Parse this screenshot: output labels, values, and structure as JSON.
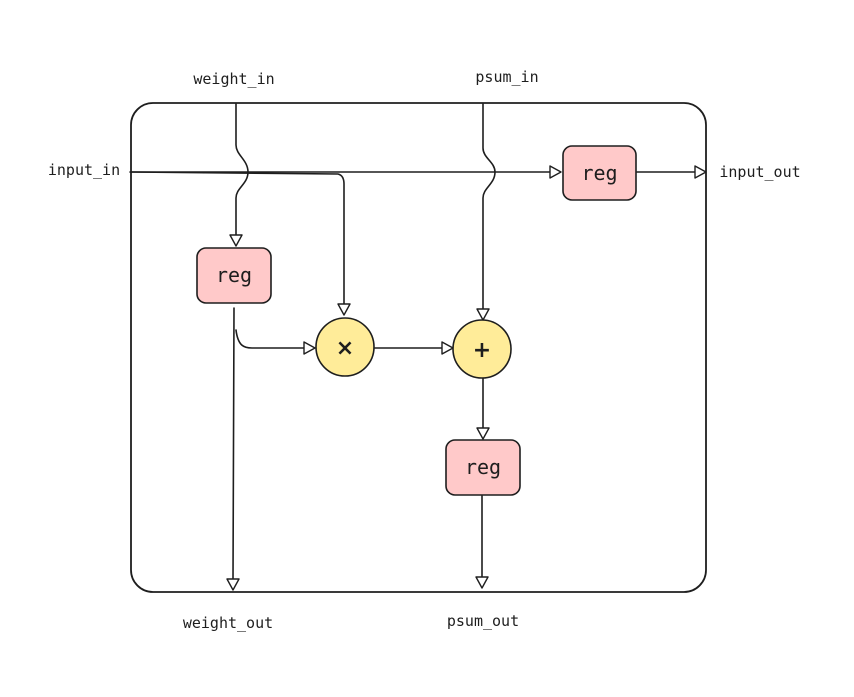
{
  "ports": {
    "weight_in": "weight_in",
    "psum_in": "psum_in",
    "input_in": "input_in",
    "input_out": "input_out",
    "weight_out": "weight_out",
    "psum_out": "psum_out"
  },
  "blocks": {
    "reg_input": "reg",
    "reg_weight": "reg",
    "reg_psum": "reg",
    "multiplier": "×",
    "adder": "+"
  },
  "colors": {
    "reg_fill": "#ffc9c9",
    "op_fill": "#ffec99",
    "stroke": "#1e1e1e"
  }
}
